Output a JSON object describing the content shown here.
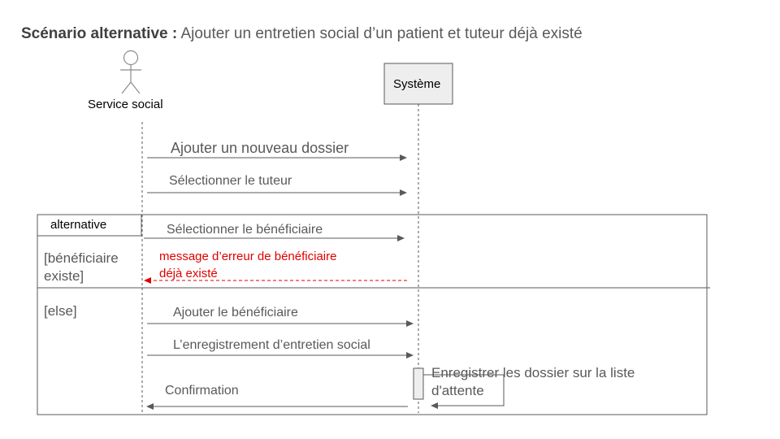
{
  "title": {
    "prefix": "Scénario alternative :",
    "text": "Ajouter un entretien social d’un patient et tuteur déjà existé"
  },
  "actors": {
    "service_social": "Service social",
    "systeme": "Système"
  },
  "fragment": {
    "operator": "alternative",
    "guard1_line1": "[bénéficiaire",
    "guard1_line2": "existe]",
    "guard2": "[else]"
  },
  "messages": {
    "m1": "Ajouter un nouveau dossier",
    "m2": "Sélectionner le tuteur",
    "m3": "Sélectionner le bénéficiaire",
    "m4_line1": "message d’erreur de bénéficiaire",
    "m4_line2": "déjà existé",
    "m5": "Ajouter le bénéficiaire",
    "m6": "L’enregistrement d’entretien social",
    "self_line1": "Enregistrer les dossier sur la liste",
    "self_line2": "d'attente",
    "m7": "Confirmation"
  },
  "colors": {
    "error": "#e00000",
    "line": "#595959"
  }
}
